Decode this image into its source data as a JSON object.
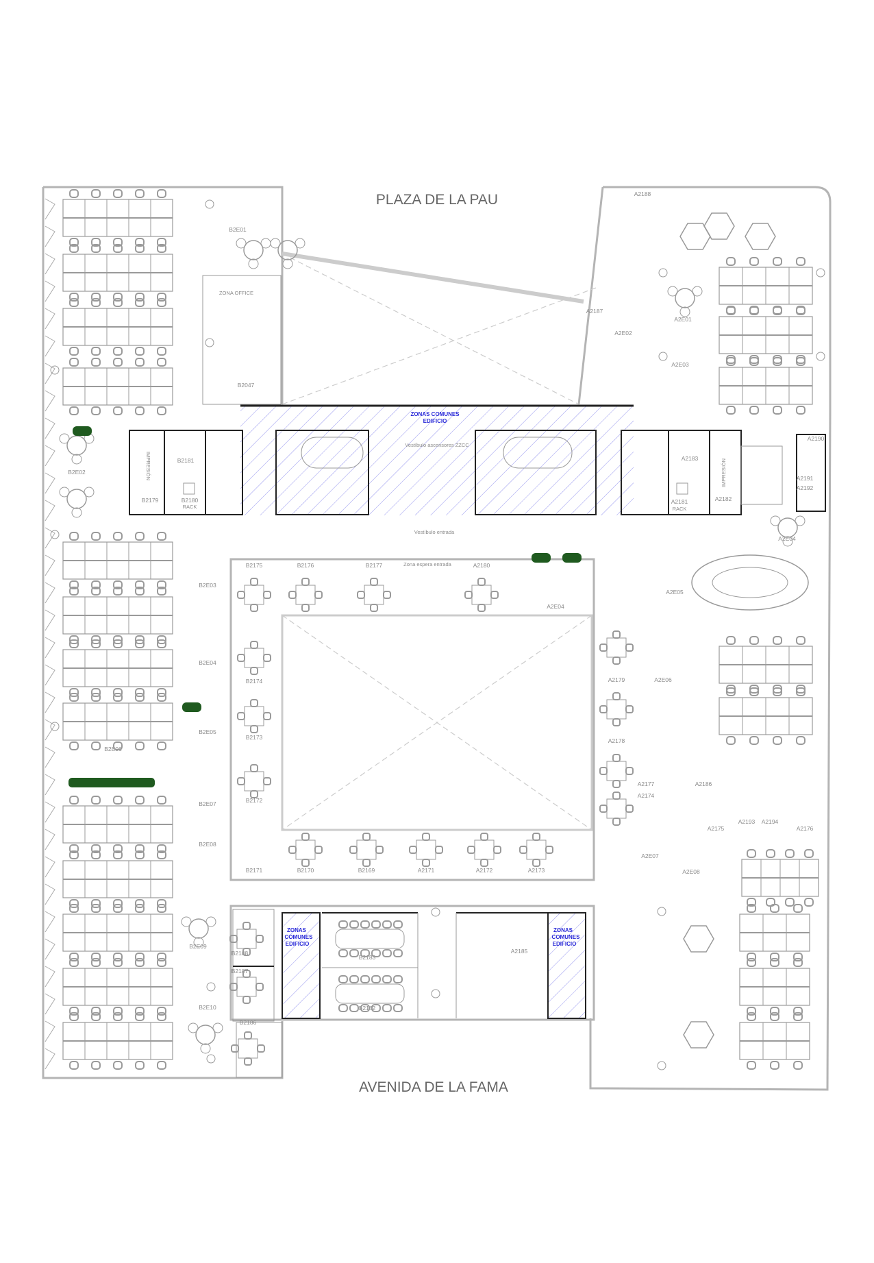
{
  "streets": {
    "north": "PLAZA DE LA PAU",
    "south": "AVENIDA DE LA FAMA"
  },
  "common_areas": {
    "zonas_comunes_line1": "ZONAS COMUNES",
    "zonas_comunes_line2": "EDIFICIO",
    "zonas_comunes_sw_line1": "ZONAS",
    "zonas_comunes_sw_line2": "COMUNES",
    "zonas_comunes_sw_line3": "EDIFICIO",
    "vestibulo_ascensores": "Vestíbulo ascensores ZZCC",
    "vestibulo_entrada": "Vestíbulo entrada",
    "zona_espera": "Zona espera entrada",
    "zona_office": "ZONA OFFICE",
    "impresion": "IMPRESIÓN",
    "rack": "RACK"
  },
  "rooms": {
    "B2E01": "B2E01",
    "B2047": "B2047",
    "B2E02": "B2E02",
    "B2181": "B2181",
    "B2180": "B2180",
    "B2179": "B2179",
    "A2183": "A2183",
    "A2181": "A2181",
    "A2182": "A2182",
    "A2188": "A2188",
    "A2187": "A2187",
    "A2E01": "A2E01",
    "A2E02": "A2E02",
    "A2E03": "A2E03",
    "A2190": "A2190",
    "A2191": "A2191",
    "A2192": "A2192",
    "A2E04": "A2E04",
    "B2175": "B2175",
    "B2176": "B2176",
    "B2177": "B2177",
    "A2180": "A2180",
    "A2E05": "A2E05",
    "B2E03": "B2E03",
    "B2E04": "B2E04",
    "B2174": "B2174",
    "B2E05": "B2E05",
    "B2173": "B2173",
    "B2E06": "B2E06",
    "B2172": "B2172",
    "B2E07": "B2E07",
    "B2E08": "B2E08",
    "B2171": "B2171",
    "B2170": "B2170",
    "B2169": "B2169",
    "A2171": "A2171",
    "A2172": "A2172",
    "A2173": "A2173",
    "A2E07": "A2E07",
    "A2179": "A2179",
    "A2178": "A2178",
    "A2E06": "A2E06",
    "A2177": "A2177",
    "A2174": "A2174",
    "A2186": "A2186",
    "A2175": "A2175",
    "A2193": "A2193",
    "A2194": "A2194",
    "A2176": "A2176",
    "A2E08": "A2E08",
    "B2E09": "B2E09",
    "B2188": "B2188",
    "B2187": "B2187",
    "B2183": "B2183",
    "B2182": "B2182",
    "A2185": "A2185",
    "B2E10": "B2E10",
    "B2186": "B2186"
  },
  "colors": {
    "common_zone_hatch": "#5a5ae6",
    "common_zone_label": "#2a2ad8",
    "plants": "#1f5a1f",
    "walls": "#222222",
    "furniture": "#9a9a9a"
  }
}
